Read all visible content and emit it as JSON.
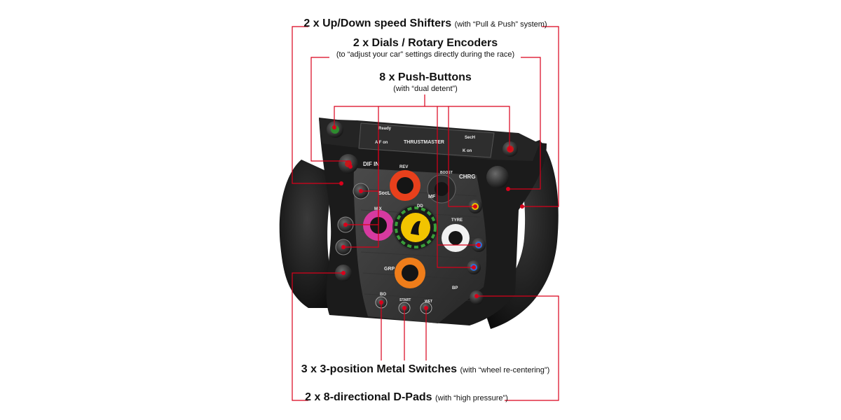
{
  "callouts": {
    "shifters": {
      "title": "2 x Up/Down speed Shifters",
      "note": "(with “Pull & Push” system)"
    },
    "dials": {
      "title": "2 x Dials / Rotary Encoders",
      "note": "(to “adjust your car” settings directly during the race)"
    },
    "push_buttons": {
      "title": "8 x Push-Buttons",
      "note": "(with “dual detent”)"
    },
    "switches": {
      "title": "3 x 3-position Metal Switches",
      "note": "(with “wheel re-centering”)"
    },
    "dpads": {
      "title": "2 x 8-directional D-Pads",
      "note": "(with “high pressure”)"
    }
  },
  "wheel_labels": {
    "brand": "THRUSTMASTER",
    "ready": "Ready",
    "af_on": "A F on",
    "sech": "SecH",
    "k_on": "K on",
    "dif_in": "DIF IN",
    "chrg": "CHRG",
    "rev": "REV",
    "mf": "MF",
    "boost": "BOOST",
    "socl": "SocL",
    "mix": "MIX",
    "tyre": "TYRE",
    "grp": "GRP",
    "bo": "BO",
    "start": "START",
    "wet": "WET",
    "bp": "BP",
    "dd": "DD"
  },
  "colors": {
    "callout_line": "#d9001b",
    "wheel_body": "#1b1b1b",
    "faceplate": "#3a3a3a",
    "dial_rev": "#e8401c",
    "dial_mix": "#d63aa0",
    "dial_grp": "#ef7d1a",
    "dial_tyre": "#f1f1f1",
    "logo_yellow": "#f2c400"
  }
}
